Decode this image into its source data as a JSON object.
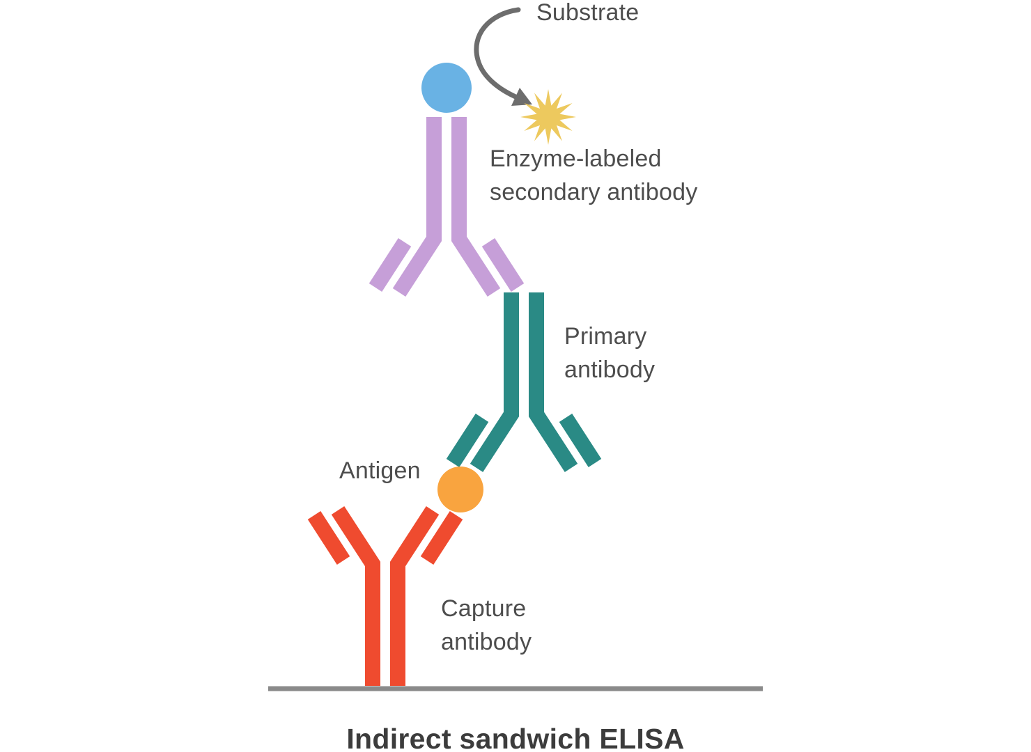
{
  "title": "Indirect sandwich ELISA",
  "labels": {
    "substrate": "Substrate",
    "secondary": "Enzyme-labeled\nsecondary antibody",
    "primary": "Primary\nantibody",
    "antigen": "Antigen",
    "capture": "Capture\nantibody"
  },
  "colors": {
    "secondary_antibody": "#c69fd8",
    "primary_antibody": "#2a8a85",
    "capture_antibody": "#ef4b2f",
    "enzyme": "#69b2e4",
    "antigen": "#f9a43f",
    "substrate_burst": "#edc95e",
    "arrow": "#6d6d6d",
    "plate_line": "#8a8a8a"
  }
}
